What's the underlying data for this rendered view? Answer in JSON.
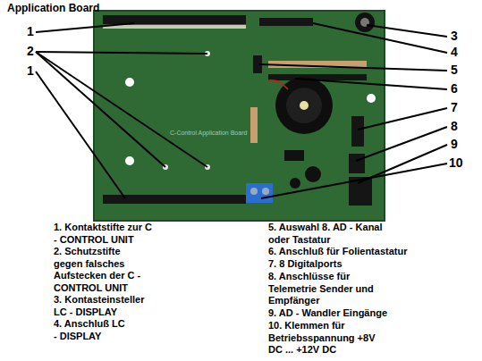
{
  "diagram": {
    "title": "Application Board",
    "labels": [
      "1",
      "2",
      "1",
      "3",
      "4",
      "5",
      "6",
      "7",
      "8",
      "9",
      "10",
      "C-Control Application Board",
      "1. Kontaktstifte zur C - CONTROL UNIT",
      "2. Schutzstifte gegen falsches Aufstecken der C - CONTROL UNIT",
      "3. Kontasteinsteller LC - DISPLAY",
      "4. Anschluß LC - DISPLAY",
      "5. Auswahl 8. AD - Kanal oder Tastatur",
      "6. Anschluß für Folientastatur",
      "7. 8 Digitalports",
      "8. Anschlüsse für Telemetrie Sender und Empfänger",
      "9. AD - Wandler Eingänge",
      "10. Klemmen für Betriebsspannung +8V DC ... +12V DC"
    ]
  }
}
